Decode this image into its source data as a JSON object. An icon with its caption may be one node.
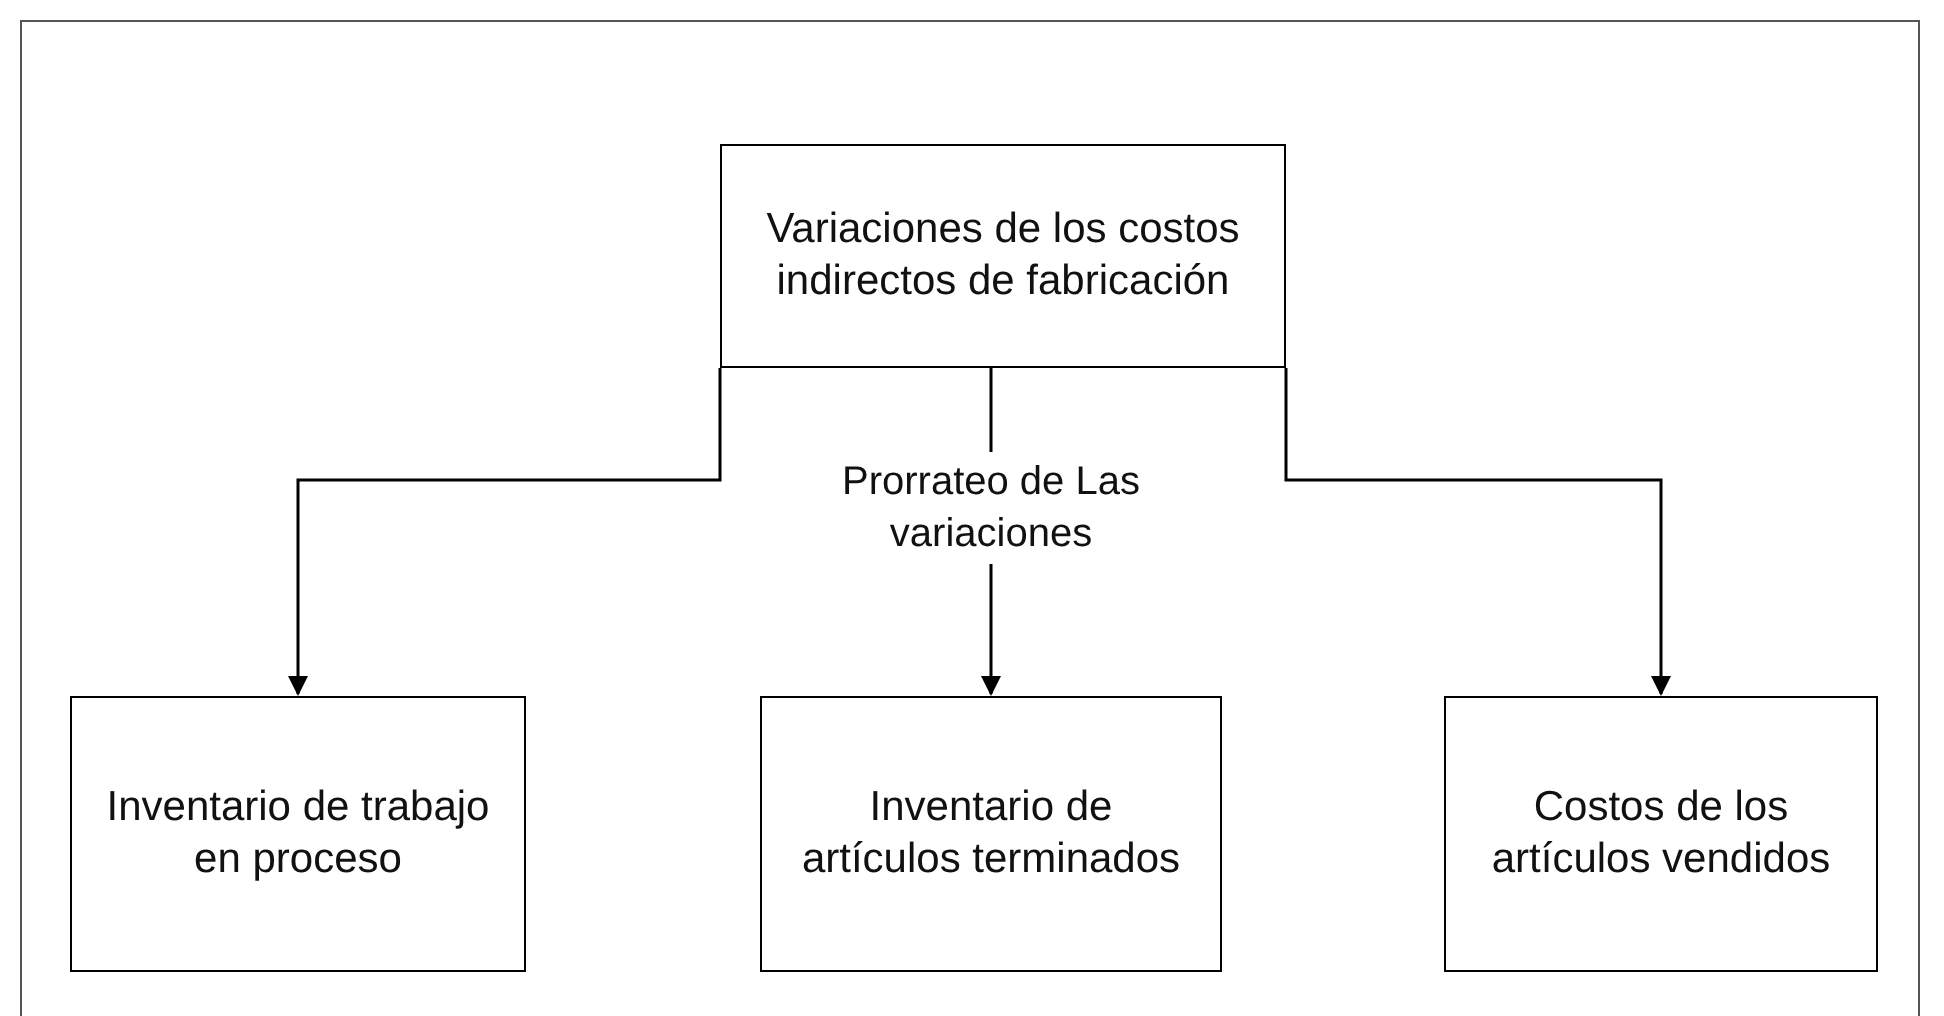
{
  "diagram": {
    "nodes": [
      {
        "text": [
          "Variaciones de los costos indirectos de fabricación"
        ]
      },
      {
        "text": [
          "Inventario de trabajo en proceso"
        ]
      },
      {
        "text": [
          "Inventario de artículos terminados"
        ]
      },
      {
        "text": [
          "Costos de los artículos vendidos"
        ]
      }
    ],
    "edges": [
      {
        "from": 0,
        "to": 1,
        "arrow": "to"
      },
      {
        "from": 0,
        "to": 2,
        "arrow": "to",
        "label": "Prorrateo de Las variaciones"
      },
      {
        "from": 0,
        "to": 3,
        "arrow": "to"
      }
    ]
  }
}
